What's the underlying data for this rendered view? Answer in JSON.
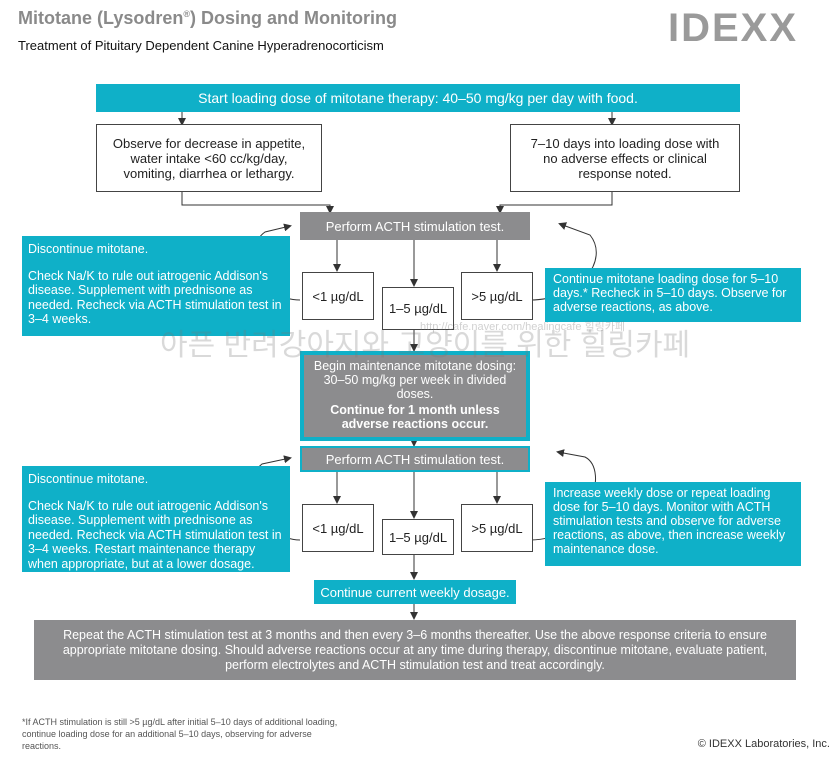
{
  "header": {
    "title_main": "Mitotane (Lysodren",
    "title_reg": "®",
    "title_end": ") Dosing and Monitoring",
    "subtitle": "Treatment of Pituitary Dependent Canine Hyperadrenocorticism",
    "logo": "IDEXX"
  },
  "flow": {
    "start": "Start loading dose of mitotane therapy: 40–50 mg/kg per day with food.",
    "observe_left": "Observe for decrease in appetite, water intake <60 cc/kg/day, vomiting, diarrhea or lethargy.",
    "observe_right": "7–10 days into loading dose with no adverse effects or clinical response noted.",
    "acth1": "Perform ACTH stimulation test.",
    "left1_line1": "Discontinue mitotane.",
    "left1_line2": "Check Na/K to rule out iatrogenic Addison's disease. Supplement with prednisone as needed. Recheck via ACTH stimulation test in 3–4 weeks.",
    "r1_low": "<1 µg/dL",
    "r1_mid": "1–5 µg/dL",
    "r1_high": ">5 µg/dL",
    "right1": "Continue mitotane loading dose for 5–10 days.* Recheck in 5–10 days. Observe for adverse reactions, as above.",
    "maintenance_line1": "Begin maintenance mitotane dosing: 30–50 mg/kg per week in divided doses.",
    "maintenance_line2": "Continue for 1 month unless adverse reactions occur.",
    "acth2": "Perform ACTH stimulation test.",
    "left2_line1": "Discontinue mitotane.",
    "left2_line2": "Check Na/K to rule out iatrogenic Addison's disease. Supplement with prednisone as needed. Recheck via ACTH stimulation test in 3–4 weeks. Restart maintenance therapy when appropriate, but at a lower dosage.",
    "r2_low": "<1 µg/dL",
    "r2_mid": "1–5 µg/dL",
    "r2_high": ">5 µg/dL",
    "right2": "Increase weekly dose or repeat loading dose for 5–10 days. Monitor with ACTH stimulation tests and observe for adverse reactions, as above, then increase weekly maintenance dose.",
    "continue": "Continue current weekly dosage.",
    "repeat": "Repeat the ACTH stimulation test at 3 months and then every 3–6 months thereafter. Use the above response criteria to ensure appropriate mitotane dosing. Should adverse reactions occur at any time during therapy, discontinue mitotane, evaluate patient, perform electrolytes and ACTH stimulation test and treat accordingly."
  },
  "watermark": {
    "text": "아픈 반려강아지와 고양이를 위한 힐링카페",
    "url": "http://cafe.naver.com/healingcafe 힐링카페"
  },
  "footnote": "*If ACTH stimulation is still >5 µg/dL after initial 5–10 days of additional loading, continue loading dose for an additional 5–10 days, observing for adverse reactions.",
  "copyright": "© IDEXX Laboratories, Inc.",
  "colors": {
    "teal": "#0fb0c8",
    "gray": "#8c8c8e",
    "title_gray": "#8a8a8a"
  }
}
